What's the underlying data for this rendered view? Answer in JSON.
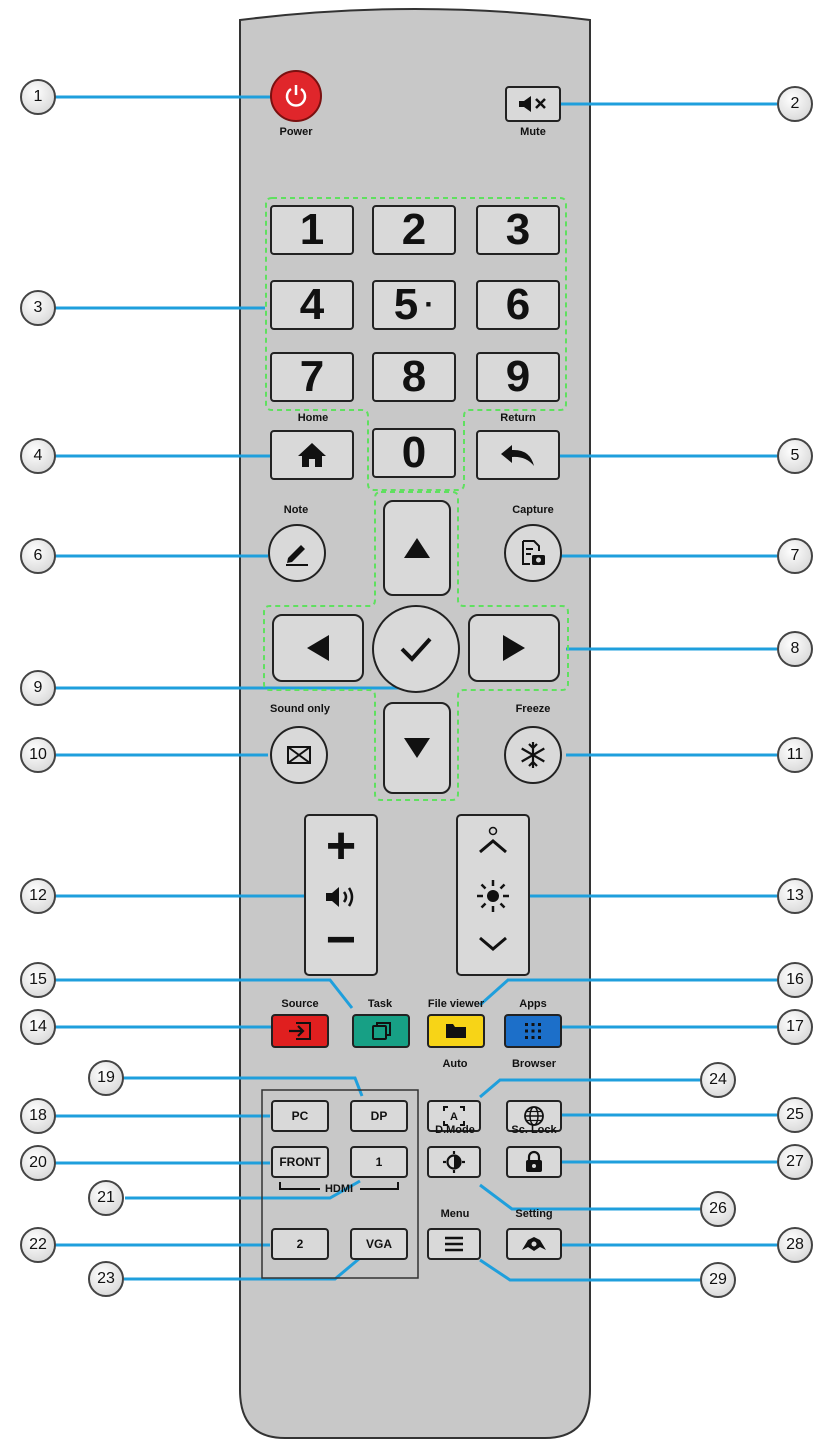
{
  "colors": {
    "remote_body": "#c8c8c8",
    "leader_line": "#1f9fdc",
    "power": "#e0262b",
    "source": "#e01f1f",
    "task": "#17a085",
    "file_viewer": "#f7d417",
    "apps": "#1c6fc9",
    "highlight": "#5fe05f"
  },
  "numbers": [
    "1",
    "2",
    "3",
    "4",
    "5",
    "6",
    "7",
    "8",
    "9",
    "0"
  ],
  "five_dot": "·",
  "labels": {
    "power": "Power",
    "mute": "Mute",
    "home": "Home",
    "return": "Return",
    "note": "Note",
    "capture": "Capture",
    "sound_only": "Sound only",
    "freeze": "Freeze",
    "source": "Source",
    "task": "Task",
    "file_viewer": "File viewer",
    "apps": "Apps",
    "auto": "Auto",
    "browser": "Browser",
    "dmode": "D.Mode",
    "sclock": "Sc. Lock",
    "menu": "Menu",
    "setting": "Setting",
    "hdmi": "HDMI"
  },
  "buttons": {
    "pc": "PC",
    "dp": "DP",
    "front": "FRONT",
    "hdmi1": "1",
    "hdmi2": "2",
    "vga": "VGA"
  },
  "volume": {
    "plus": "+",
    "minus": "−"
  },
  "callouts": [
    "1",
    "2",
    "3",
    "4",
    "5",
    "6",
    "7",
    "8",
    "9",
    "10",
    "11",
    "12",
    "13",
    "14",
    "15",
    "16",
    "17",
    "18",
    "19",
    "20",
    "21",
    "22",
    "23",
    "24",
    "25",
    "26",
    "27",
    "28",
    "29"
  ],
  "icons": [
    "power-icon",
    "mute-icon",
    "home-icon",
    "return-icon",
    "note-pen-icon",
    "capture-icon",
    "arrow-up-icon",
    "arrow-down-icon",
    "arrow-left-icon",
    "arrow-right-icon",
    "ok-check-icon",
    "sound-only-icon",
    "freeze-snowflake-icon",
    "volume-icon",
    "brightness-icon",
    "source-input-icon",
    "task-windows-icon",
    "folder-icon",
    "apps-grid-icon",
    "auto-adjust-icon",
    "browser-globe-icon",
    "display-mode-icon",
    "lock-icon",
    "menu-icon",
    "setting-icon"
  ]
}
